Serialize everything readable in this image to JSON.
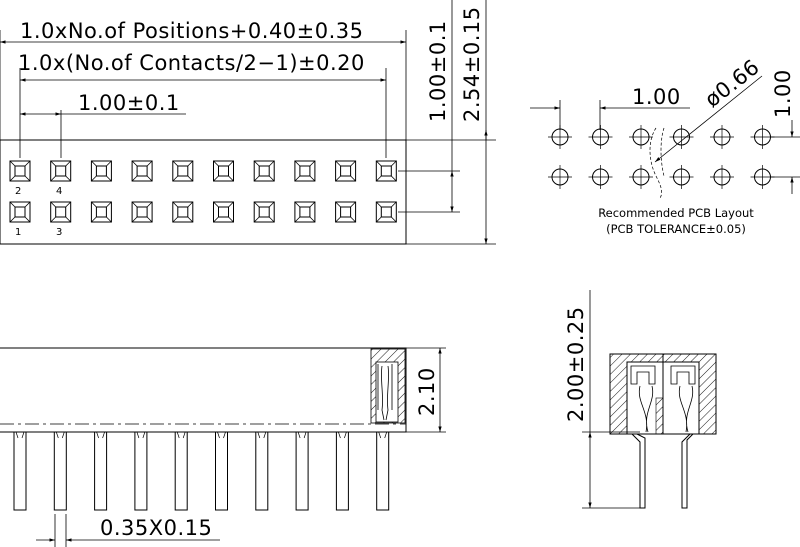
{
  "top_view": {
    "dim_total_length": "1.0xNo.of  Positions+0.40±0.35",
    "dim_contact_span": "1.0x(No.of  Contacts/2−1)±0.20",
    "dim_pitch": "1.00±0.1",
    "dim_row_pitch": "1.00±0.1",
    "dim_body_width": "2.54±0.15",
    "pin_labels": [
      "2",
      "4",
      "1",
      "3"
    ]
  },
  "pcb_layout": {
    "dim_pitch": "1.00",
    "dim_hole": "ø0.66",
    "dim_row_pitch": "1.00",
    "caption_line1": "Recommended PCB Layout",
    "caption_line2": "(PCB TOLERANCE±0.05)"
  },
  "side_view": {
    "dim_body_height": "2.10",
    "dim_pin_section": "0.35X0.15"
  },
  "end_view": {
    "dim_height": "2.00±0.25"
  }
}
